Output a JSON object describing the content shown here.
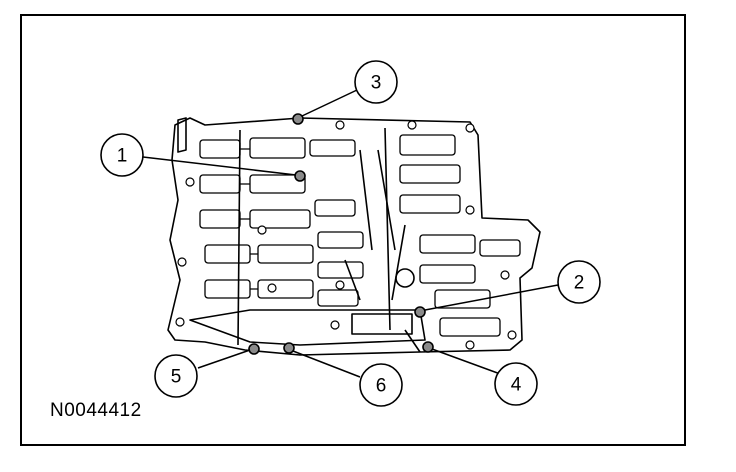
{
  "figure_id": "N0044412",
  "colors": {
    "line": "#000000",
    "background": "#ffffff",
    "hardware": "#8a8a8a"
  },
  "callouts": [
    {
      "number": "1",
      "points_to": "valve-body-bolt"
    },
    {
      "number": "2",
      "points_to": "valve-body-bolt"
    },
    {
      "number": "3",
      "points_to": "valve-body-bolt"
    },
    {
      "number": "4",
      "points_to": "valve-body-bolt"
    },
    {
      "number": "5",
      "points_to": "valve-body-bolt"
    },
    {
      "number": "6",
      "points_to": "valve-body-bolt"
    }
  ]
}
